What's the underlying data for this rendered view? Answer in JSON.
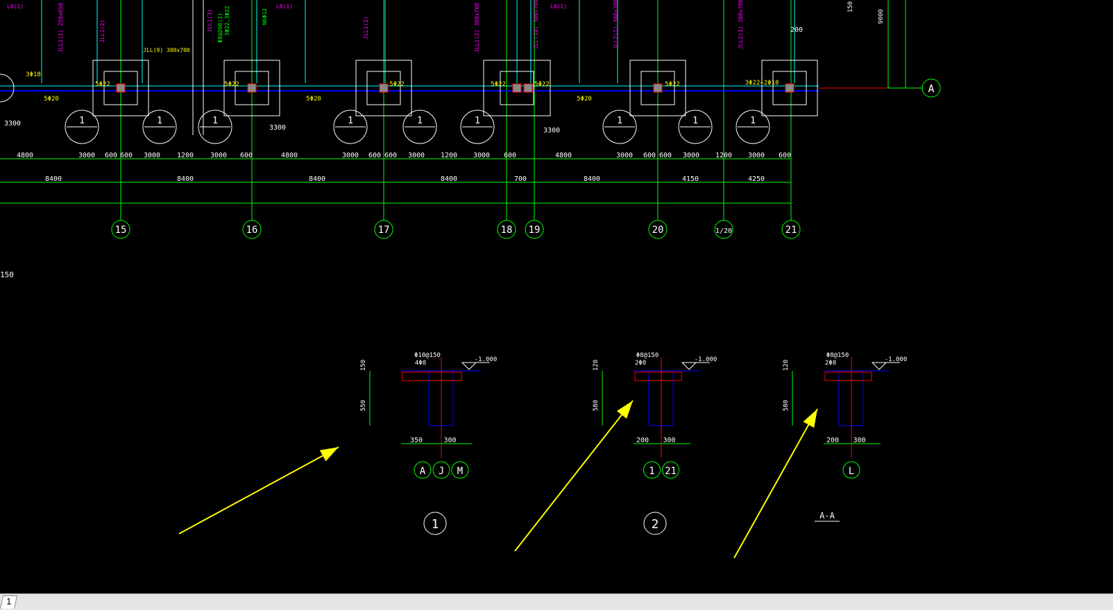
{
  "drawing": {
    "grid_axes": [
      "15",
      "16",
      "17",
      "18",
      "19",
      "20",
      "1/20",
      "21"
    ],
    "grid_row": "A",
    "dim_row1": [
      "4800",
      "3000",
      "600",
      "600",
      "3000",
      "1200",
      "3000",
      "600",
      "4800",
      "3000",
      "600",
      "600",
      "3000",
      "1200",
      "3000",
      "600",
      "4800",
      "3000",
      "600",
      "600",
      "3000",
      "1200",
      "3000",
      "600"
    ],
    "dim_row2": [
      "8400",
      "8400",
      "8400",
      "8400",
      "700",
      "8400",
      "4150",
      "4250"
    ],
    "dim_small": [
      "3300",
      "3300",
      "3300",
      "200",
      "9000",
      "150"
    ],
    "pile_label": "1",
    "rebar_labels": [
      "5Φ22",
      "5Φ22",
      "5Φ22",
      "5Φ22",
      "5Φ22",
      "5Φ22",
      "5Φ20",
      "5Φ20",
      "5Φ20",
      "3Φ18",
      "3Φ22+2Φ18"
    ],
    "beam_labels": [
      "JLL1(1) 250x650",
      "JLL1(2)",
      "JLL1(3)",
      "JLL(9) 300x700",
      "Φ8@200(2)",
      "3Φ22,3Φ22",
      "N6Φ12",
      "JLL1(2) 300x700",
      "JLL1(2)",
      "JLL(10) 300x700",
      "JLL2(1) 300x700",
      "JLL2(1) 300x700",
      "L8(1)",
      "L8(1)",
      "L8(1)"
    ],
    "left_margin_text": "150",
    "sections": [
      {
        "id": "1",
        "stirrup": "Φ10@150",
        "bars": "4Φ8",
        "elev": "-1.000",
        "h1": "150",
        "h2": "550",
        "w1": "350",
        "w2": "300",
        "axes": [
          "A",
          "J",
          "M"
        ]
      },
      {
        "id": "2",
        "stirrup": "Φ8@150",
        "bars": "2Φ8",
        "elev": "-1.000",
        "h1": "120",
        "h2": "580",
        "w1": "200",
        "w2": "300",
        "axes": [
          "1",
          "21"
        ]
      },
      {
        "id": "A-A",
        "stirrup": "Φ8@150",
        "bars": "2Φ8",
        "elev": "-1.000",
        "h1": "120",
        "h2": "580",
        "w1": "200",
        "w2": "300",
        "axes": [
          "L"
        ]
      }
    ],
    "colors": {
      "grid": "#00ff00",
      "beam": "#00ffff",
      "dim": "#00ff00",
      "text_yellow": "#ffff00",
      "text_magenta": "#ff00ff",
      "axis_red": "#ff0000",
      "wall_blue": "#0000ff",
      "white": "#ffffff",
      "arrow": "#ffff00"
    }
  },
  "status": {
    "layout_tab": "1"
  }
}
